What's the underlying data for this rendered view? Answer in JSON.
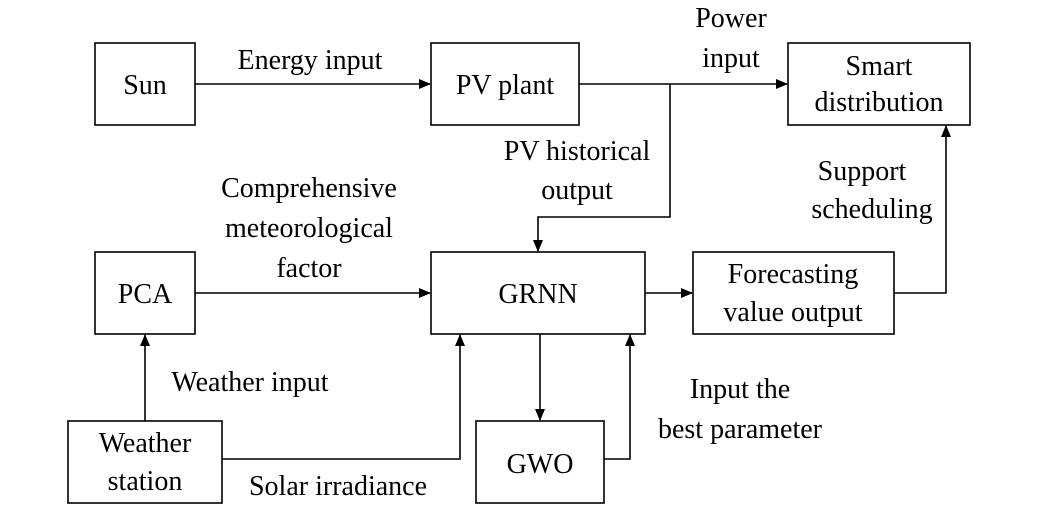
{
  "nodes": {
    "sun": "Sun",
    "pv_plant": "PV plant",
    "smart_distribution": [
      "Smart",
      "distribution"
    ],
    "pca": "PCA",
    "grnn": "GRNN",
    "forecasting_output": [
      "Forecasting",
      "value output"
    ],
    "weather_station": [
      "Weather",
      "station"
    ],
    "gwo": "GWO"
  },
  "edges": {
    "energy_input": "Energy input",
    "power_input": [
      "Power",
      "input"
    ],
    "pv_historical_output": [
      "PV historical",
      "output"
    ],
    "comprehensive_factor": [
      "Comprehensive",
      "meteorological",
      "factor"
    ],
    "support_scheduling": [
      "Support",
      "scheduling"
    ],
    "weather_input": "Weather input",
    "solar_irradiance": "Solar irradiance",
    "best_parameter": [
      "Input the",
      "best parameter"
    ]
  }
}
